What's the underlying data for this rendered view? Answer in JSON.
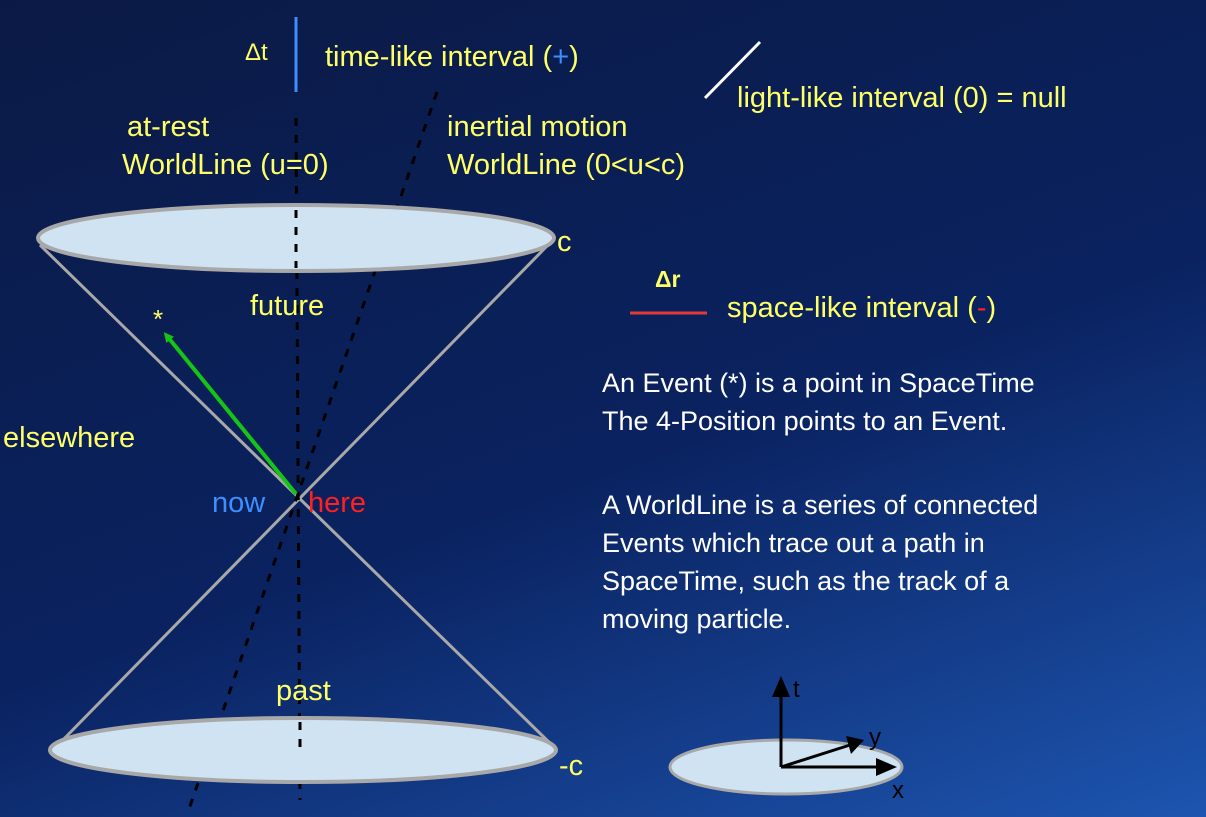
{
  "colors": {
    "label_yellow": "#ffff66",
    "text_white": "#ffffff",
    "now_blue": "#3d8eff",
    "here_red": "#ff2020",
    "plus_blue": "#3d8eff",
    "minus_red": "#ff2020",
    "cone_fill": "#cfe3f3",
    "cone_line": "#a8a8a8",
    "arrow_green": "#16c416",
    "timelike_bar": "#3d8eff",
    "spacelike_bar": "#e23a3a",
    "axis_black": "#000000"
  },
  "legend": {
    "delta_t": "Δt",
    "timelike_prefix": "time-like interval (",
    "timelike_sign": "+",
    "timelike_suffix": ")",
    "lightlike": "light-like interval (0) = null",
    "delta_r": "Δr",
    "spacelike_prefix": "space-like interval (",
    "spacelike_sign": "-",
    "spacelike_suffix": ")"
  },
  "worldlines": {
    "rest_line1": "at-rest",
    "rest_line2": "WorldLine (u=0)",
    "inertial_line1": "inertial motion",
    "inertial_line2": "WorldLine (0<u<c)"
  },
  "cone": {
    "c_label": "c",
    "neg_c_label": "-c",
    "future": "future",
    "past": "past",
    "elsewhere": "elsewhere",
    "now": "now",
    "here": "here",
    "event_marker": "*"
  },
  "description": {
    "line1": "An Event (*) is a point in SpaceTime",
    "line2": "The 4-Position points to an Event.",
    "line3": "A WorldLine is a series of connected",
    "line4": "Events which trace out a path in",
    "line5": "SpaceTime, such as the track of a",
    "line6": "moving particle."
  },
  "axes": {
    "t": "t",
    "x": "x",
    "y": "y"
  }
}
